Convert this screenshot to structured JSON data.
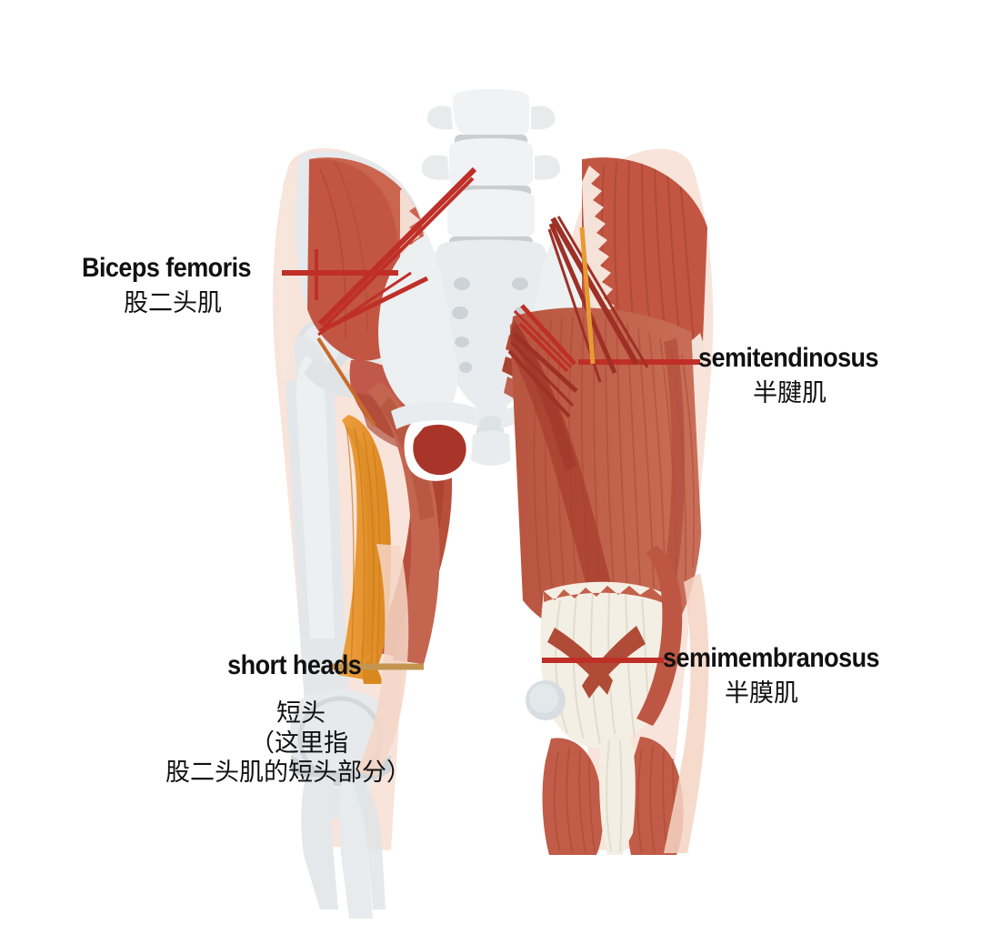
{
  "figure": {
    "kind": "anatomical-illustration",
    "subject": "posterior view of pelvis and thighs showing hamstring muscles",
    "background_color": "#ffffff"
  },
  "palette": {
    "muscle_red": "#c4654f",
    "muscle_red_dark": "#a9402f",
    "muscle_red_deep": "#9c3326",
    "muscle_red_light": "#d07f6b",
    "short_head_orange": "#e8932f",
    "short_head_orange_dark": "#cf7a1c",
    "bone_gray": "#e3e6e8",
    "bone_gray_dark": "#c9ced1",
    "tendon_cream": "#f4efe5",
    "skin_pink": "#f3cdbd",
    "leader_red": "#bf2f28",
    "leader_tan": "#c3954f",
    "text_black": "#111111"
  },
  "labels": [
    {
      "id": "biceps-femoris",
      "en": "Biceps femoris",
      "zh": "股二头肌",
      "leader_color": "#bf2f28",
      "side": "left"
    },
    {
      "id": "semitendinosus",
      "en": "semitendinosus",
      "zh": "半腱肌",
      "leader_color": "#bf2f28",
      "side": "right"
    },
    {
      "id": "semimembranosus",
      "en": "semimembranosus",
      "zh": "半膜肌",
      "leader_color": "#bf2f28",
      "side": "right"
    },
    {
      "id": "short-heads",
      "en": "short heads",
      "zh_lines": [
        "短头",
        "（这里指",
        "股二头肌的短头部分）"
      ],
      "leader_color": "#c3954f",
      "side": "left"
    }
  ]
}
